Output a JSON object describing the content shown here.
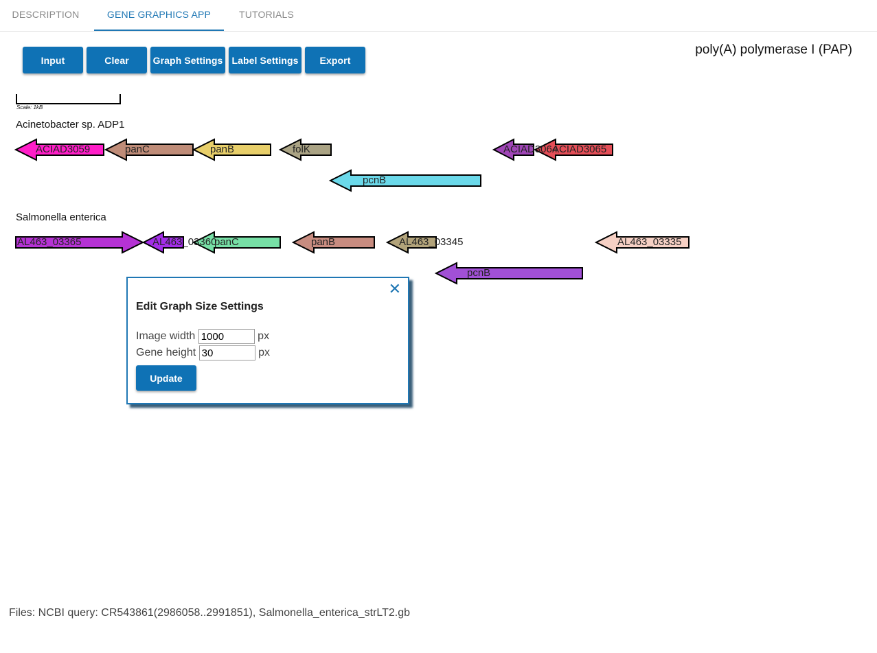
{
  "tabs": [
    {
      "label": "DESCRIPTION",
      "active": false
    },
    {
      "label": "GENE GRAPHICS APP",
      "active": true
    },
    {
      "label": "TUTORIALS",
      "active": false
    }
  ],
  "toolbar": {
    "input_label": "Input",
    "clear_label": "Clear",
    "graph_settings_label": "Graph Settings",
    "label_settings_label": "Label Settings",
    "export_label": "Export"
  },
  "graph_title": "poly(A) polymerase I (PAP)",
  "scale_label": "Scale: 1kB",
  "genomes": [
    {
      "name": "Acinetobacter sp. ADP1",
      "genes": [
        {
          "label": "ACIAD3059",
          "color": "#ff1ec8",
          "strand": "-"
        },
        {
          "label": "panC",
          "color": "#bf8c78",
          "strand": "-"
        },
        {
          "label": "panB",
          "color": "#e8cf6a",
          "strand": "-"
        },
        {
          "label": "folK",
          "color": "#aaa384",
          "strand": "-"
        },
        {
          "label": "pcnB",
          "color": "#6bd9ea",
          "strand": "-"
        },
        {
          "label": "ACIAD3064",
          "color": "#9f45b6",
          "strand": "-"
        },
        {
          "label": "ACIAD3065",
          "color": "#e44e57",
          "strand": "-"
        }
      ]
    },
    {
      "name": "Salmonella enterica",
      "genes": [
        {
          "label": "AL463_03365",
          "color": "#b532d4",
          "strand": "+"
        },
        {
          "label": "AL463_03360",
          "color": "#a32ee8",
          "strand": "-"
        },
        {
          "label": "panC",
          "color": "#77e0a6",
          "strand": "-"
        },
        {
          "label": "panB",
          "color": "#c88c80",
          "strand": "-"
        },
        {
          "label": "AL463_03345",
          "color": "#b2a37a",
          "strand": "-"
        },
        {
          "label": "pcnB",
          "color": "#a150d6",
          "strand": "-"
        },
        {
          "label": "AL463_03335",
          "color": "#f6d0c4",
          "strand": "-"
        }
      ]
    }
  ],
  "dialog": {
    "title": "Edit Graph Size Settings",
    "image_width_label": "Image width",
    "image_width_value": "1000",
    "gene_height_label": "Gene height",
    "gene_height_value": "30",
    "unit": "px",
    "update_label": "Update",
    "close_icon": "close-icon"
  },
  "files_text": "Files: NCBI query: CR543861(2986058..2991851), Salmonella_enterica_strLT2.gb"
}
